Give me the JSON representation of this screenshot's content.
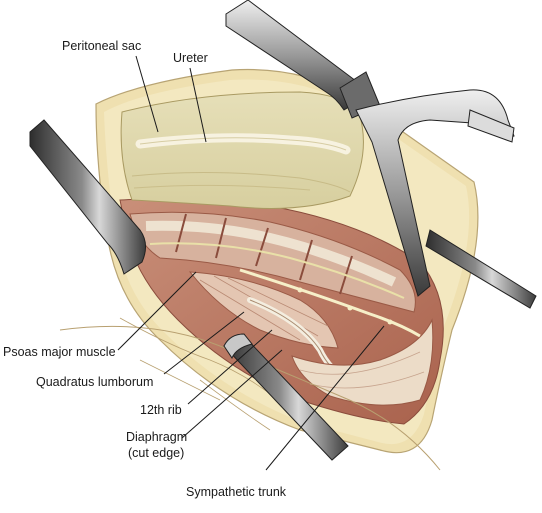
{
  "labels": {
    "peritoneal_sac": "Peritoneal sac",
    "ureter": "Ureter",
    "psoas_major_muscle": "Psoas major muscle",
    "quadratus_lumborum": "Quadratus lumborum",
    "twelfth_rib": "12th rib",
    "diaphragm_line1": "Diaphragm",
    "diaphragm_line2": "(cut edge)",
    "sympathetic_trunk": "Sympathetic trunk"
  },
  "colors": {
    "skin": "#efe0b0",
    "fat": "#f2e6bb",
    "muscle": "#b86f5a",
    "muscle_light": "#d9a58f",
    "fascia": "#e7dcc5",
    "peritoneum": "#e8e0c2",
    "retractor_metal": "#4a4a4a",
    "retractor_highlight": "#cfcfcf"
  }
}
